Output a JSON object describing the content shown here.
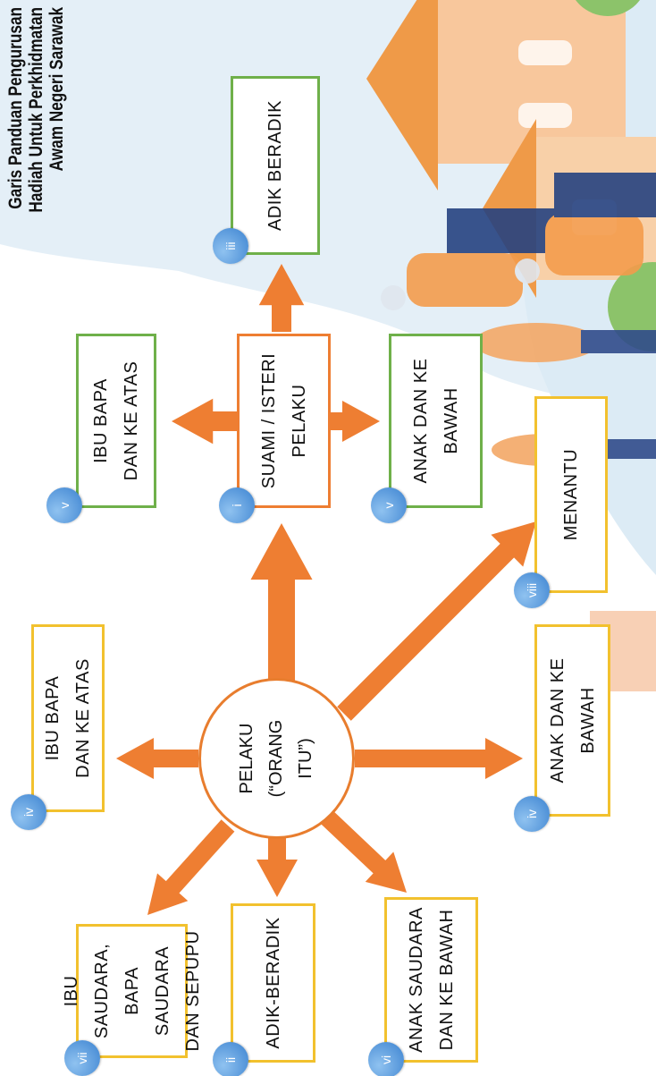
{
  "header": {
    "title": "Garis Panduan Pengurusan\nHadiah Untuk Perkhidmatan\nAwam Negeri Sarawak"
  },
  "colors": {
    "arrow": "#ee7e32",
    "yellow_border": "#f2c12e",
    "green_border": "#6fb04a",
    "badge": "#3b82d0"
  },
  "center": {
    "label": "PELAKU\n(“ORANG\nITU”)"
  },
  "nodes": [
    {
      "id": "n1",
      "label": "IBU SAUDARA,\nBAPA SAUDARA\nDAN SEPUPU",
      "badge": "vii",
      "border": "yellow"
    },
    {
      "id": "n2",
      "label": "ADIK-BERADIK",
      "badge": "ii",
      "border": "yellow"
    },
    {
      "id": "n3",
      "label": "ANAK SAUDARA\nDAN KE BAWAH",
      "badge": "vi",
      "border": "yellow"
    },
    {
      "id": "n4",
      "label": "IBU BAPA\nDAN KE ATAS",
      "badge": "iv",
      "border": "yellow"
    },
    {
      "id": "n5",
      "label": "ANAK DAN KE\nBAWAH",
      "badge": "iv",
      "border": "yellow"
    },
    {
      "id": "n6",
      "label": "MENANTU",
      "badge": "viii",
      "border": "yellow"
    },
    {
      "id": "n7",
      "label": "IBU BAPA\nDAN KE ATAS",
      "badge": "v",
      "border": "green"
    },
    {
      "id": "n8",
      "label": "SUAMI / ISTERI\nPELAKU",
      "badge": "i",
      "border": "orange"
    },
    {
      "id": "n9",
      "label": "ANAK DAN KE\nBAWAH",
      "badge": "v",
      "border": "green"
    },
    {
      "id": "n10",
      "label": "ADIK BERADIK",
      "badge": "iii",
      "border": "green"
    }
  ]
}
